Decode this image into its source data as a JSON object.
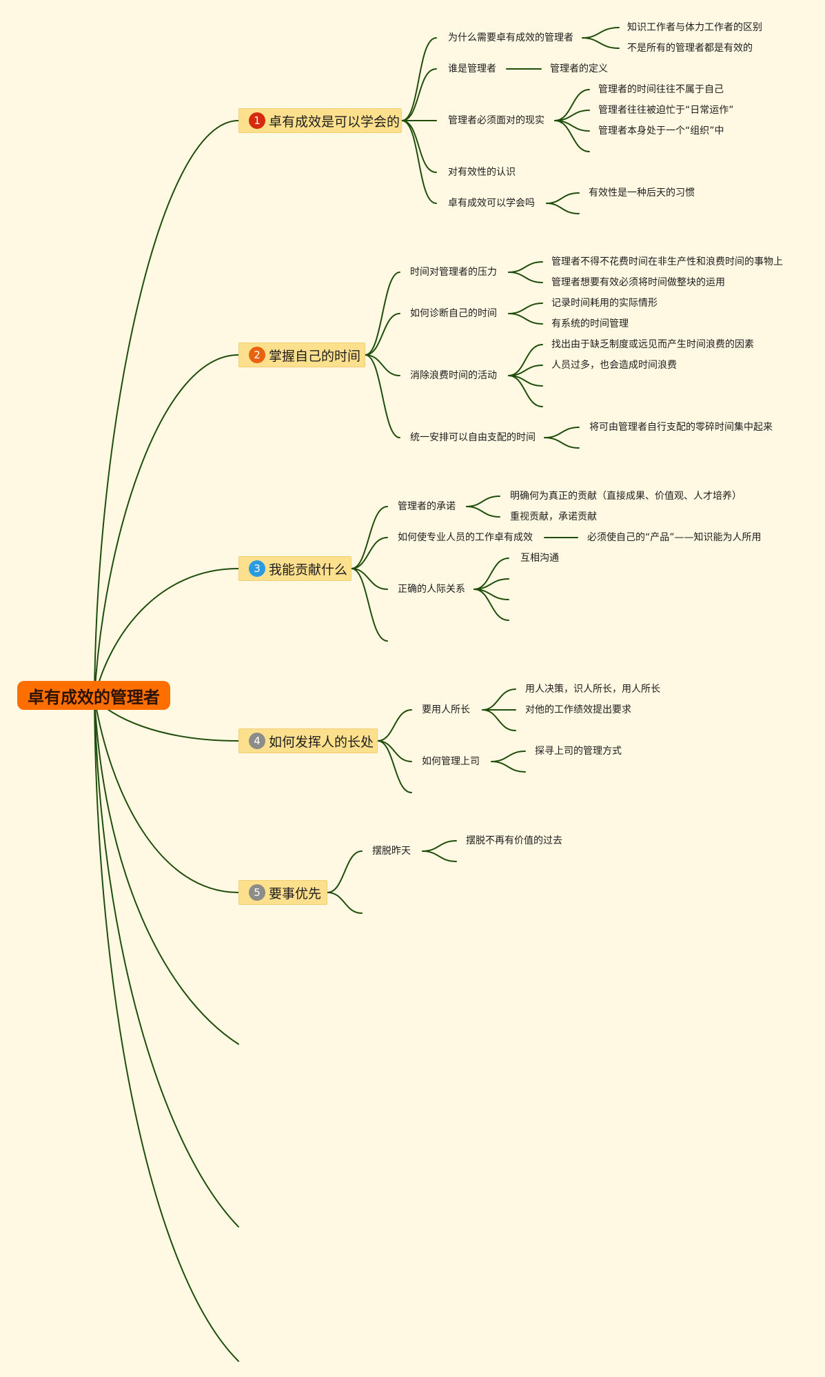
{
  "root": {
    "label": "卓有成效的管理者"
  },
  "colors": {
    "background": "#fff8e2",
    "root_fill": "#ff6f00",
    "branch_fill": "#fde08e",
    "link": "#1e4d0b",
    "badge_1": "#d62a0e",
    "badge_2": "#e8620f",
    "badge_3": "#2a9be0",
    "badge_4": "#8c8c88",
    "badge_5": "#8c8c88"
  },
  "branches": [
    {
      "number": "1",
      "label": "卓有成效是可以学会的",
      "topics": [
        {
          "label": "为什么需要卓有成效的管理者",
          "leaves": [
            "知识工作者与体力工作者的区别",
            "不是所有的管理者都是有效的"
          ]
        },
        {
          "label": "谁是管理者",
          "leaves": [
            "管理者的定义"
          ]
        },
        {
          "label": "管理者必须面对的现实",
          "leaves": [
            "管理者的时间往往不属于自己",
            "管理者往往被迫忙于“日常运作”",
            "管理者本身处于一个“组织”中"
          ]
        },
        {
          "label": "对有效性的认识",
          "leaves": []
        },
        {
          "label": "卓有成效可以学会吗",
          "leaves": [
            "有效性是一种后天的习惯"
          ]
        }
      ]
    },
    {
      "number": "2",
      "label": "掌握自己的时间",
      "topics": [
        {
          "label": "时间对管理者的压力",
          "leaves": [
            "管理者不得不花费时间在非生产性和浪费时间的事物上",
            "管理者想要有效必须将时间做整块的运用"
          ]
        },
        {
          "label": "如何诊断自己的时间",
          "leaves": [
            "记录时间耗用的实际情形",
            "有系统的时间管理"
          ]
        },
        {
          "label": "消除浪费时间的活动",
          "leaves": [
            "找出由于缺乏制度或远见而产生时间浪费的因素",
            "人员过多，也会造成时间浪费"
          ]
        },
        {
          "label": "统一安排可以自由支配的时间",
          "leaves": [
            "将可由管理者自行支配的零碎时间集中起来"
          ]
        }
      ]
    },
    {
      "number": "3",
      "label": "我能贡献什么",
      "topics": [
        {
          "label": "管理者的承诺",
          "leaves": [
            "明确何为真正的贡献（直接成果、价值观、人才培养）",
            "重视贡献，承诺贡献"
          ]
        },
        {
          "label": "如何使专业人员的工作卓有成效",
          "leaves": [
            "必须使自己的“产品”——知识能为人所用"
          ]
        },
        {
          "label": "正确的人际关系",
          "leaves": [
            "互相沟通"
          ]
        }
      ]
    },
    {
      "number": "4",
      "label": "如何发挥人的长处",
      "topics": [
        {
          "label": "要用人所长",
          "leaves": [
            "用人决策，识人所长，用人所长",
            "对他的工作绩效提出要求"
          ]
        },
        {
          "label": "如何管理上司",
          "leaves": [
            "探寻上司的管理方式"
          ]
        }
      ]
    },
    {
      "number": "5",
      "label": "要事优先",
      "topics": [
        {
          "label": "摆脱昨天",
          "leaves": [
            "摆脱不再有价值的过去"
          ]
        }
      ]
    }
  ]
}
